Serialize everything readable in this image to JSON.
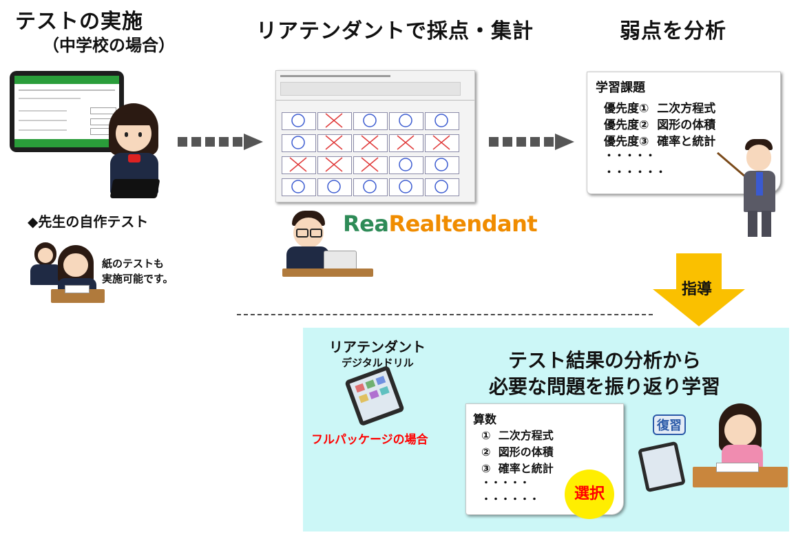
{
  "step1": {
    "title": "テストの実施",
    "subtitle": "（中学校の場合）",
    "teacher_test": "◆先生の自作テスト",
    "paper_note_line1": "紙のテストも",
    "paper_note_line2": "実施可能です。"
  },
  "step2": {
    "title": "リアテンダントで採点・集計",
    "logo": "Realtendant"
  },
  "step3": {
    "title": "弱点を分析",
    "card_heading": "学習課題",
    "items": [
      {
        "label": "優先度①",
        "topic": "二次方程式"
      },
      {
        "label": "優先度②",
        "topic": "図形の体積"
      },
      {
        "label": "優先度③",
        "topic": "確率と統計"
      }
    ],
    "more1": "・・・・・",
    "more2": "・・・・・・"
  },
  "guidance_label": "指導",
  "bottom": {
    "drill_title": "リアテンダント",
    "drill_subtitle": "デジタルドリル",
    "full_package": "フルパッケージの場合",
    "headline_line1": "テスト結果の分析から",
    "headline_line2": "必要な問題を振り返り学習",
    "card_heading": "算数",
    "items": [
      {
        "num": "①",
        "topic": "二次方程式"
      },
      {
        "num": "②",
        "topic": "図形の体積"
      },
      {
        "num": "③",
        "topic": "確率と統計"
      }
    ],
    "more1": "・・・・・",
    "more2": "・・・・・・",
    "select_badge": "選択",
    "review_sign": "復習"
  },
  "colors": {
    "panel_bg": "#ccf7f7",
    "arrow_yellow": "#fac000",
    "select_yellow": "#ffee00",
    "red_text": "#ff0000",
    "logo_teal": "#2e8b57",
    "logo_orange": "#f08c00"
  }
}
